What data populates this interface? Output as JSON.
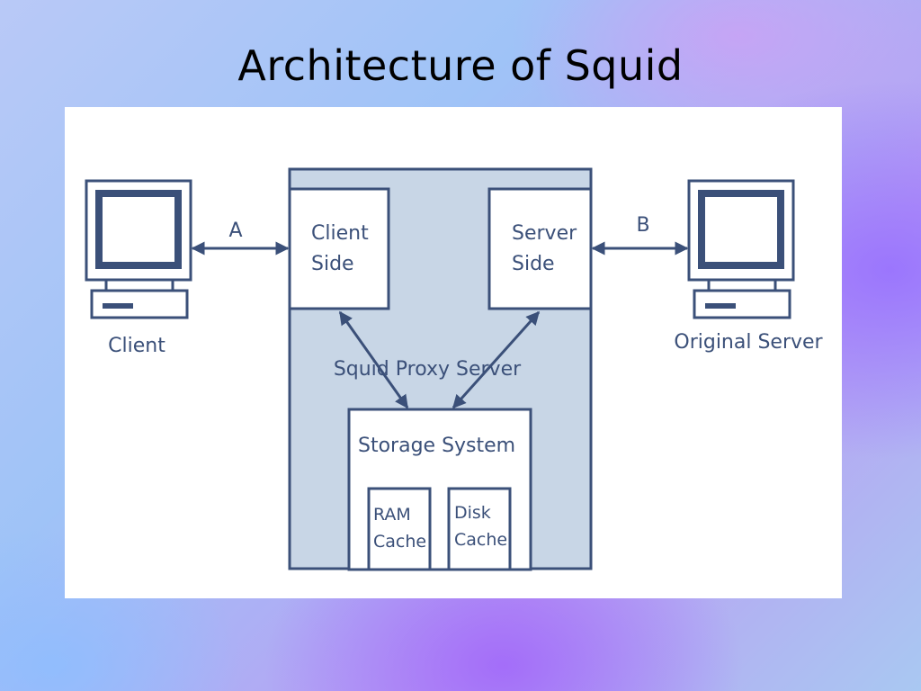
{
  "slide": {
    "title": "Architecture of Squid"
  },
  "diagram": {
    "client_label": "Client",
    "server_label": "Original Server",
    "link_a_label": "A",
    "link_b_label": "B",
    "proxy_label": "Squid Proxy Server",
    "client_side": {
      "line1": "Client",
      "line2": "Side"
    },
    "server_side": {
      "line1": "Server",
      "line2": "Side"
    },
    "storage_label": "Storage System",
    "ram_cache": {
      "line1": "RAM",
      "line2": "Cache"
    },
    "disk_cache": {
      "line1": "Disk",
      "line2": "Cache"
    },
    "colors": {
      "ink": "#3b5079",
      "proxy_fill": "#c8d6e6",
      "monitor_screen": "#3b5079"
    }
  }
}
